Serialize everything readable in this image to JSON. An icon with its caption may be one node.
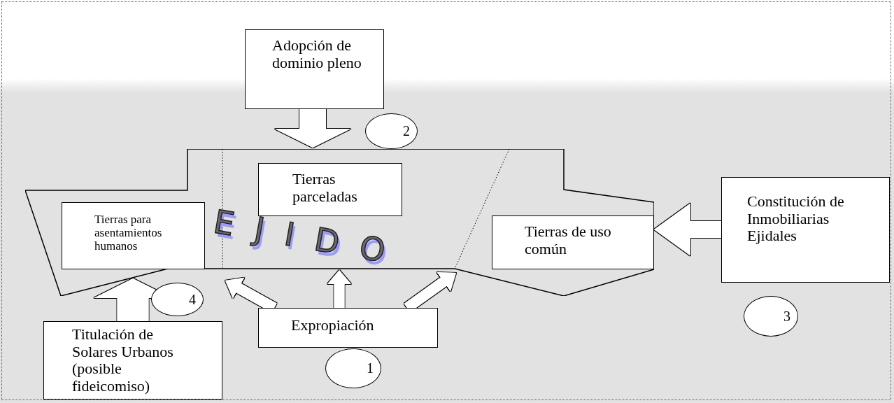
{
  "diagram": {
    "nodes": [
      {
        "text": [
          "EJIDO"
        ]
      },
      {
        "text": [
          "Tierras para asentamientos humanos"
        ],
        "in": 0
      },
      {
        "text": [
          "Tierras parceladas"
        ],
        "in": 0
      },
      {
        "text": [
          "Tierras de uso común"
        ],
        "in": 0
      },
      {
        "text": [
          "Adopción de dominio pleno"
        ]
      },
      {
        "text": [
          "Constitución de Inmobiliarias Ejidales"
        ]
      },
      {
        "text": [
          "Titulación de Solares Urbanos (posible fideicomiso)"
        ]
      },
      {
        "text": [
          "Expropiación"
        ]
      },
      {
        "text": [
          "2"
        ]
      },
      {
        "text": [
          "4"
        ]
      },
      {
        "text": [
          "3"
        ]
      },
      {
        "text": [
          "1"
        ]
      }
    ],
    "edges": [
      {
        "from": 4,
        "to": 0,
        "arrow": "to"
      },
      {
        "from": 5,
        "to": 3,
        "arrow": "to"
      },
      {
        "from": 6,
        "to": 0,
        "arrow": "to"
      },
      {
        "from": 7,
        "to": 0,
        "arrow": "to"
      },
      {
        "from": 7,
        "to": 0,
        "arrow": "to"
      },
      {
        "from": 7,
        "to": 0,
        "arrow": "to"
      }
    ]
  }
}
